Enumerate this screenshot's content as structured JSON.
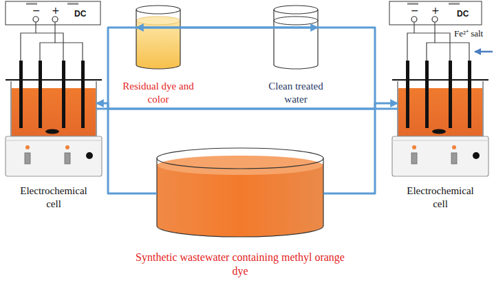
{
  "diagram": {
    "nodes": [
      {
        "text": [
          "Electrochemical cell"
        ]
      },
      {
        "text": [
          "Residual dye and color"
        ]
      },
      {
        "text": [
          "Clean treated water"
        ]
      },
      {
        "text": [
          "Electrochemical cell"
        ]
      },
      {
        "text": [
          "Synthetic wastewater containing methyl orange dye"
        ]
      }
    ],
    "edges": [
      {
        "from": 4,
        "to": 0,
        "arrow": "to"
      },
      {
        "from": 4,
        "to": 3,
        "arrow": "to"
      },
      {
        "from": 0,
        "to": 1,
        "arrow": "to"
      },
      {
        "from": 3,
        "to": 2,
        "arrow": "to"
      }
    ],
    "labels": [
      "−",
      "+",
      "DC",
      "−",
      "+",
      "DC",
      "Fe²⁺ salt"
    ]
  }
}
